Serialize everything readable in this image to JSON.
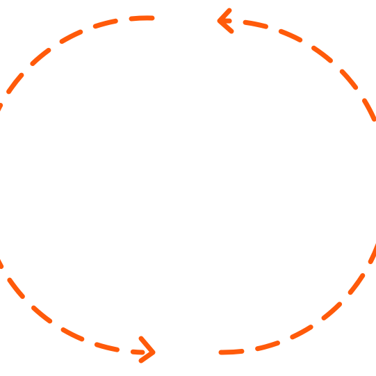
{
  "graphic": {
    "kind": "circular-cycle-arrows",
    "icon": "refresh-cycle-icon",
    "stroke_style": "dashed",
    "arrow_count": 2,
    "color": "#ff5a0a",
    "background": "#ffffff"
  }
}
